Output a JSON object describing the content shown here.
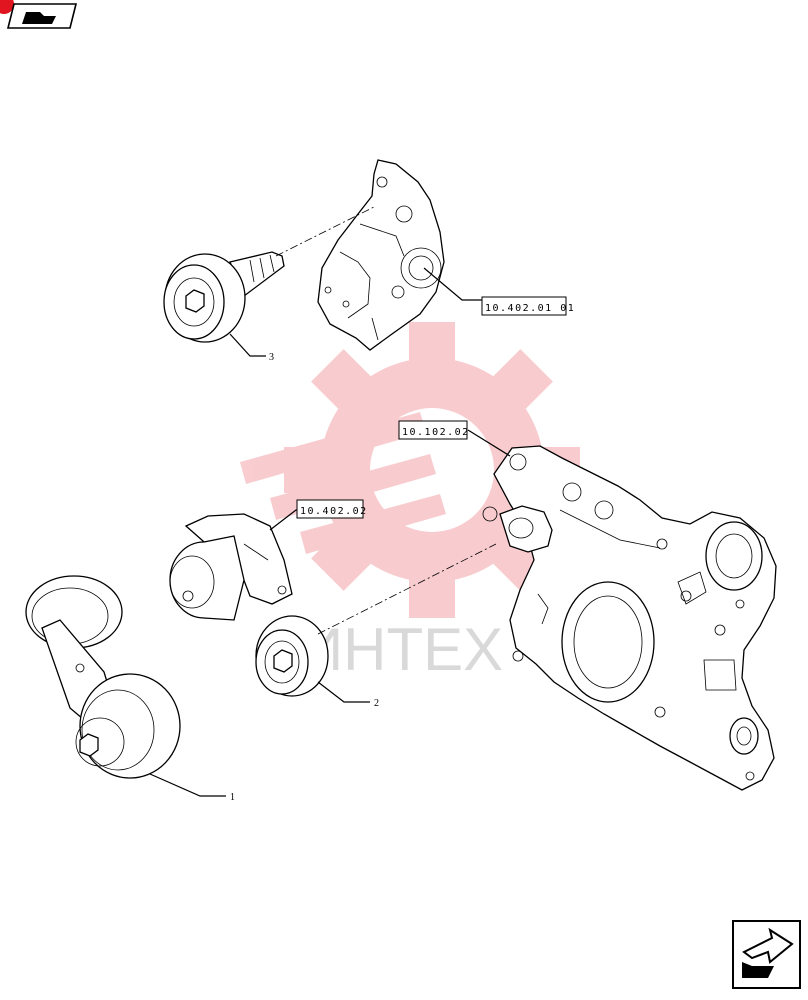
{
  "diagram": {
    "watermark_text": "ИНТЕХ",
    "references": [
      {
        "id": "ref-10-402-01-01",
        "label": "10.402.01 01"
      },
      {
        "id": "ref-10-102-02",
        "label": "10.102.02"
      },
      {
        "id": "ref-10-402-02",
        "label": "10.402.02"
      }
    ],
    "items": [
      {
        "id": "item-1",
        "label": "1"
      },
      {
        "id": "item-2",
        "label": "2"
      },
      {
        "id": "item-3",
        "label": "3"
      }
    ]
  },
  "colors": {
    "watermark": "#f4a3a8",
    "line": "#000000",
    "badge": "#e0151f"
  },
  "icons": {
    "top_left": "open-book-arrow-icon",
    "bottom_right": "next-page-arrow-icon"
  }
}
